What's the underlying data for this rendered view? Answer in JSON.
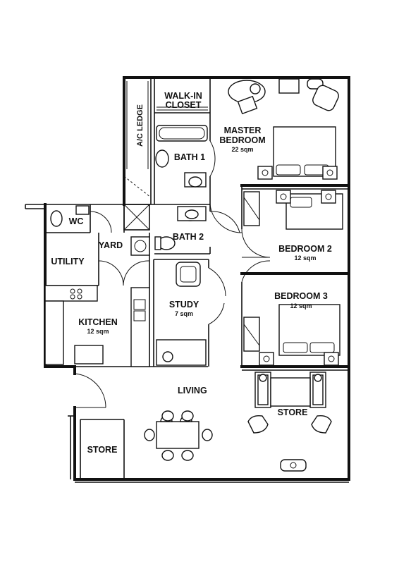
{
  "rooms": {
    "walk_in_closet": {
      "line1": "WALK-IN",
      "line2": "CLOSET"
    },
    "ac_ledge": "A/C LEDGE",
    "master_bedroom": {
      "line1": "MASTER",
      "line2": "BEDROOM",
      "area": "22 sqm"
    },
    "bath1": "BATH 1",
    "bath2": "BATH 2",
    "wc": "WC",
    "yard": "YARD",
    "utility": "UTILITY",
    "bedroom2": {
      "name": "BEDROOM 2",
      "area": "12 sqm"
    },
    "bedroom3": {
      "name": "BEDROOM 3",
      "area": "12 sqm"
    },
    "study": {
      "name": "STUDY",
      "area": "7 sqm"
    },
    "kitchen": {
      "name": "KITCHEN",
      "area": "12 sqm"
    },
    "living": "LIVING",
    "store_right": "STORE",
    "store_left": "STORE"
  }
}
